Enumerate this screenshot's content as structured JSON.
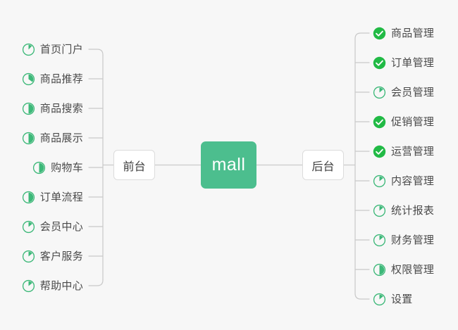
{
  "diagram": {
    "title": "mall",
    "type": "mindmap",
    "background_color": "#f7f7f7",
    "accent_color": "#4cbe8e",
    "check_color": "#21ba45",
    "ring_color": "#3cb878",
    "line_color": "#c9c9c9",
    "text_color": "#4a4a4a"
  },
  "center": {
    "label": "mall",
    "fill": "#4cbe8e",
    "text_color": "#ffffff"
  },
  "branches": [
    {
      "id": "front",
      "label": "前台",
      "side": "left",
      "items": [
        {
          "label": "首页门户",
          "icon": "progress-ring-icon",
          "status": "in-progress",
          "percent": 12
        },
        {
          "label": "商品推荐",
          "icon": "progress-ring-icon",
          "status": "in-progress",
          "percent": 35
        },
        {
          "label": "商品搜索",
          "icon": "progress-ring-icon",
          "status": "in-progress",
          "percent": 50
        },
        {
          "label": "商品展示",
          "icon": "progress-ring-icon",
          "status": "in-progress",
          "percent": 50
        },
        {
          "label": "购物车",
          "icon": "progress-ring-icon",
          "status": "in-progress",
          "percent": 50
        },
        {
          "label": "订单流程",
          "icon": "progress-ring-icon",
          "status": "in-progress",
          "percent": 50
        },
        {
          "label": "会员中心",
          "icon": "progress-ring-icon",
          "status": "in-progress",
          "percent": 14
        },
        {
          "label": "客户服务",
          "icon": "progress-ring-icon",
          "status": "in-progress",
          "percent": 14
        },
        {
          "label": "帮助中心",
          "icon": "progress-ring-icon",
          "status": "in-progress",
          "percent": 14
        }
      ]
    },
    {
      "id": "back",
      "label": "后台",
      "side": "right",
      "items": [
        {
          "label": "商品管理",
          "icon": "check-circle-icon",
          "status": "done",
          "percent": 100
        },
        {
          "label": "订单管理",
          "icon": "check-circle-icon",
          "status": "done",
          "percent": 100
        },
        {
          "label": "会员管理",
          "icon": "progress-ring-icon",
          "status": "in-progress",
          "percent": 14
        },
        {
          "label": "促销管理",
          "icon": "check-circle-icon",
          "status": "done",
          "percent": 100
        },
        {
          "label": "运营管理",
          "icon": "check-circle-icon",
          "status": "done",
          "percent": 100
        },
        {
          "label": "内容管理",
          "icon": "progress-ring-icon",
          "status": "in-progress",
          "percent": 14
        },
        {
          "label": "统计报表",
          "icon": "progress-ring-icon",
          "status": "in-progress",
          "percent": 14
        },
        {
          "label": "财务管理",
          "icon": "progress-ring-icon",
          "status": "in-progress",
          "percent": 14
        },
        {
          "label": "权限管理",
          "icon": "progress-ring-icon",
          "status": "in-progress",
          "percent": 50
        },
        {
          "label": "设置",
          "icon": "progress-ring-icon",
          "status": "in-progress",
          "percent": 14
        }
      ]
    }
  ]
}
